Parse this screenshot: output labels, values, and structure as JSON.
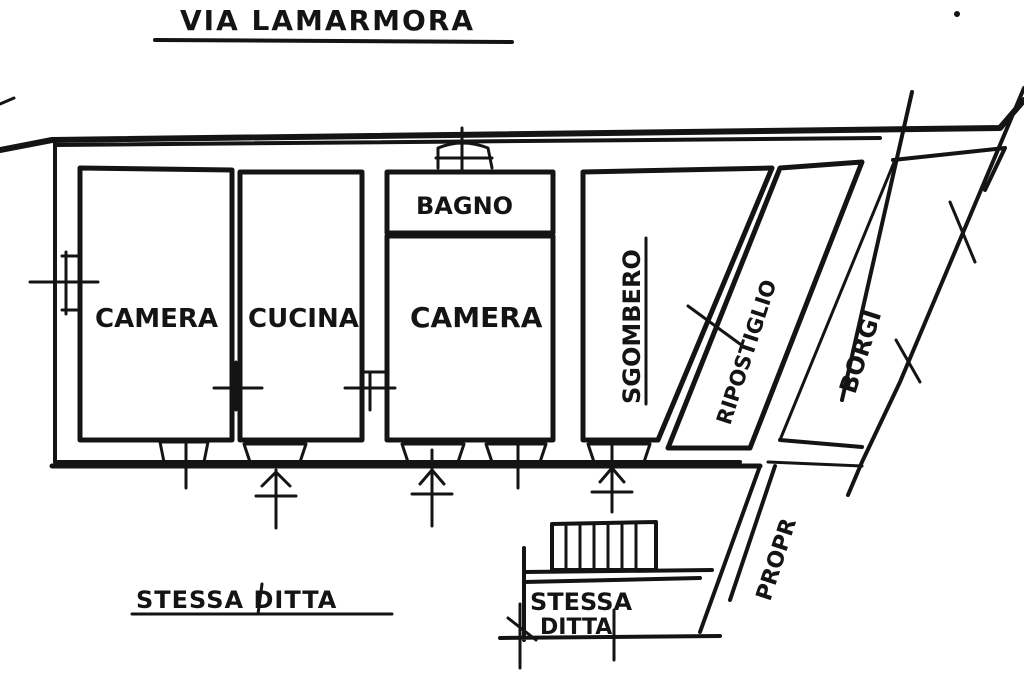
{
  "street": "VIA LAMARMORA",
  "rooms": {
    "camera_left": "CAMERA",
    "cucina": "CUCINA",
    "bagno": "BAGNO",
    "camera_right": "CAMERA",
    "sgombero": "SGOMBERO",
    "ripostiglio": "RIPOSTIGLIO"
  },
  "neighbors": {
    "borgi": "BORGI",
    "propr": "PROPR",
    "stessa_ditta_left": "STESSA DITTA",
    "stessa_ditta_right_line1": "STESSA",
    "stessa_ditta_right_line2": "DITTA"
  },
  "colors": {
    "ink": "#141414",
    "paper": "#ffffff"
  }
}
